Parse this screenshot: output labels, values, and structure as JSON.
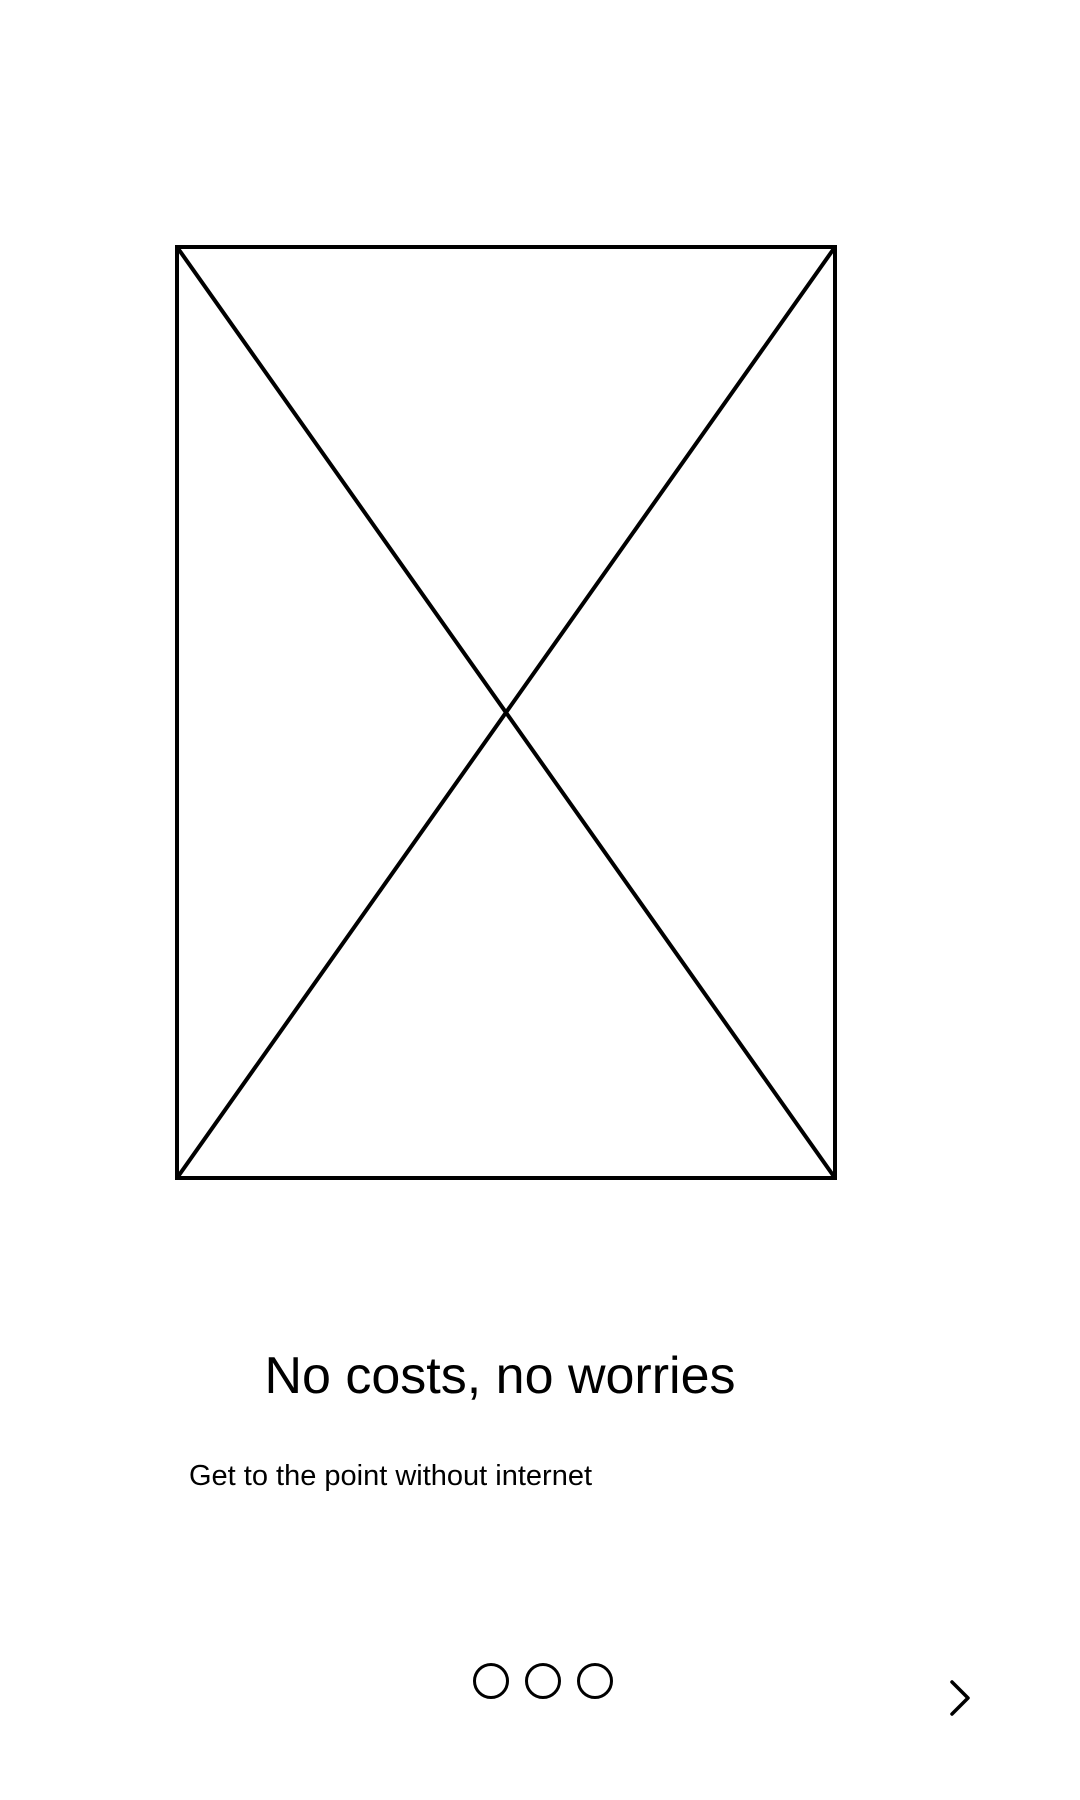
{
  "onboarding": {
    "title": "No costs, no worries",
    "subtitle": "Get to the point without internet",
    "pager": {
      "total_pages": 3
    },
    "hero_icon": "image-placeholder-icon",
    "next_icon": "chevron-right-icon"
  }
}
